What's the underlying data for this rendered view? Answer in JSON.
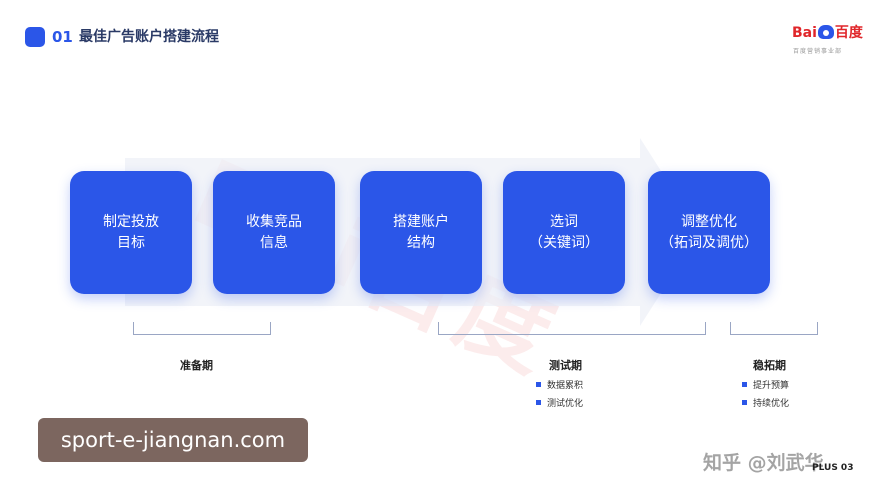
{
  "header": {
    "number": "01",
    "title": "最佳广告账户搭建流程"
  },
  "logo": {
    "latin": "Bai",
    "chinese": "百度",
    "subtitle": "百度营销事业部"
  },
  "watermark": "Bai百度",
  "steps": [
    {
      "line1": "制定投放",
      "line2": "目标"
    },
    {
      "line1": "收集竞品",
      "line2": "信息"
    },
    {
      "line1": "搭建账户",
      "line2": "结构"
    },
    {
      "line1": "选词",
      "line2": "（关键词）"
    },
    {
      "line1": "调整优化",
      "line2": "（拓词及调优）"
    }
  ],
  "phases": [
    {
      "label": "准备期",
      "bullets": []
    },
    {
      "label": "测试期",
      "bullets": [
        "数据累积",
        "测试优化"
      ]
    },
    {
      "label": "稳拓期",
      "bullets": [
        "提升预算",
        "持续优化"
      ]
    }
  ],
  "overlay": {
    "source": "sport-e-jiangnan.com",
    "credit": "知乎 @刘武华",
    "page_mark": "PLUS 03"
  },
  "colors": {
    "accent": "#2b56e8",
    "brand_red": "#e0262a"
  }
}
